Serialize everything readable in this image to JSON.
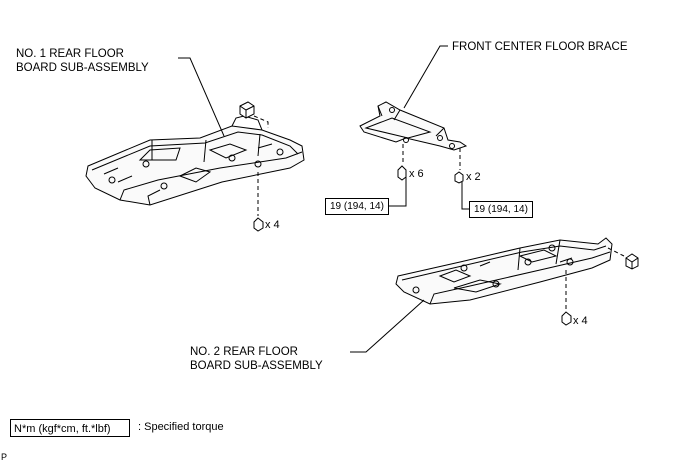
{
  "labels": {
    "rear_floor_1": [
      "NO. 1 REAR FLOOR",
      "BOARD SUB-ASSEMBLY"
    ],
    "brace": "FRONT CENTER FLOOR BRACE",
    "rear_floor_2": [
      "NO. 2 REAR FLOOR",
      "BOARD SUB-ASSEMBLY"
    ]
  },
  "quantities": {
    "bolts_left": "x 4",
    "bolts_brace_left": "x 6",
    "nuts_brace_right": "x 2",
    "bolts_right": "x 4"
  },
  "torque": {
    "brace_left": "19 (194, 14)",
    "brace_right": "19 (194, 14)"
  },
  "legend": {
    "box": "N*m (kgf*cm, ft.*lbf)",
    "text": ": Specified torque"
  },
  "corner_mark": "P"
}
